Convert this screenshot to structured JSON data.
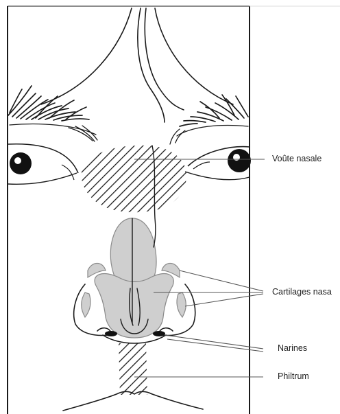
{
  "labels": {
    "voute": "Voûte nasale",
    "cartilages": "Cartilages nasa",
    "narines": "Narines",
    "philtrum": "Philtrum"
  },
  "colors": {
    "stroke": "#1a1a1a",
    "cartilage_fill": "#cfcfcf",
    "leader": "#555555",
    "background": "#ffffff"
  }
}
